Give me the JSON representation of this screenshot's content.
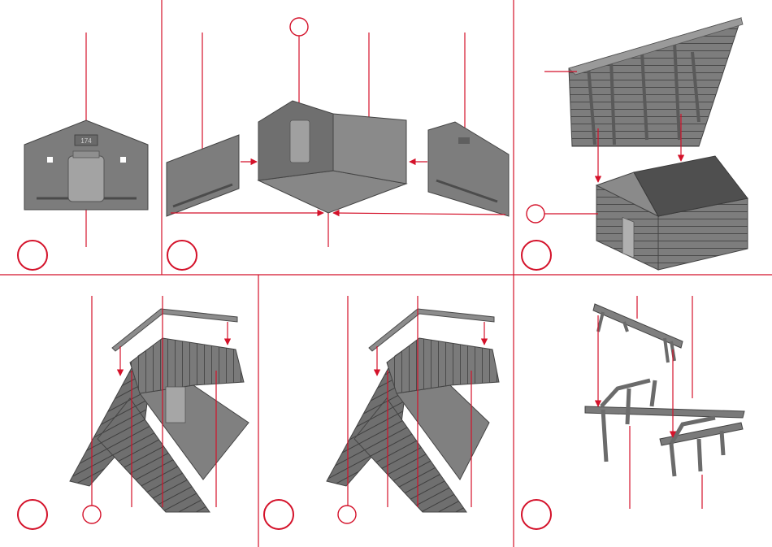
{
  "colors": {
    "accent": "#d4122a",
    "part": "#7b7b7b",
    "part_dark": "#5e5e5e",
    "part_light": "#9a9a9a",
    "line_dark": "#3c3c3c",
    "background": "#ffffff"
  },
  "steps": [
    {
      "id": 1,
      "label": ""
    },
    {
      "id": 2,
      "label": ""
    },
    {
      "id": 3,
      "label": ""
    },
    {
      "id": 4,
      "label": ""
    },
    {
      "id": 5,
      "label": ""
    },
    {
      "id": 6,
      "label": ""
    }
  ],
  "panel1": {
    "gable_plate_text": "174"
  }
}
